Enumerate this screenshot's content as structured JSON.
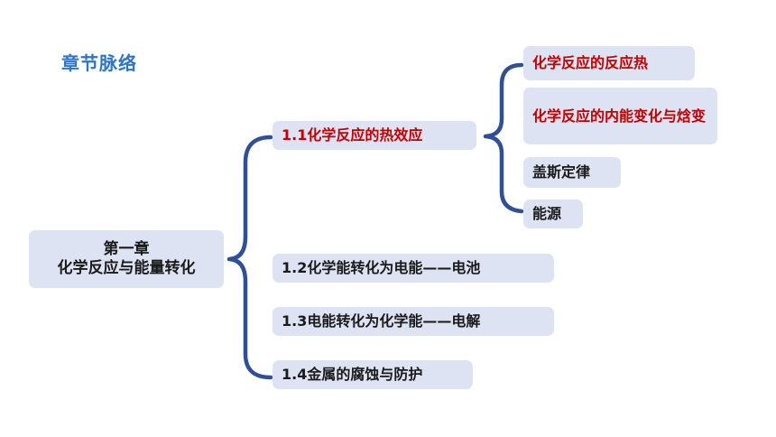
{
  "title": "章节脉络",
  "root": {
    "line1": "第一章",
    "line2": "化学反应与能量转化"
  },
  "sections": [
    {
      "label": "1.1化学反应的热效应",
      "highlight": true
    },
    {
      "label": "1.2化学能转化为电能——电池",
      "highlight": false
    },
    {
      "label": "1.3电能转化为化学能——电解",
      "highlight": false
    },
    {
      "label": "1.4金属的腐蚀与防护",
      "highlight": false
    }
  ],
  "subsections": [
    {
      "label": "化学反应的反应热",
      "highlight": true
    },
    {
      "label": "化学反应的内能变化与焓变",
      "highlight": true
    },
    {
      "label": "盖斯定律",
      "highlight": false
    },
    {
      "label": "能源",
      "highlight": false
    }
  ],
  "colors": {
    "title": "#2e75c8",
    "box": "#dde3f2",
    "brace": "#2f4f97",
    "highlight": "#c00000"
  }
}
